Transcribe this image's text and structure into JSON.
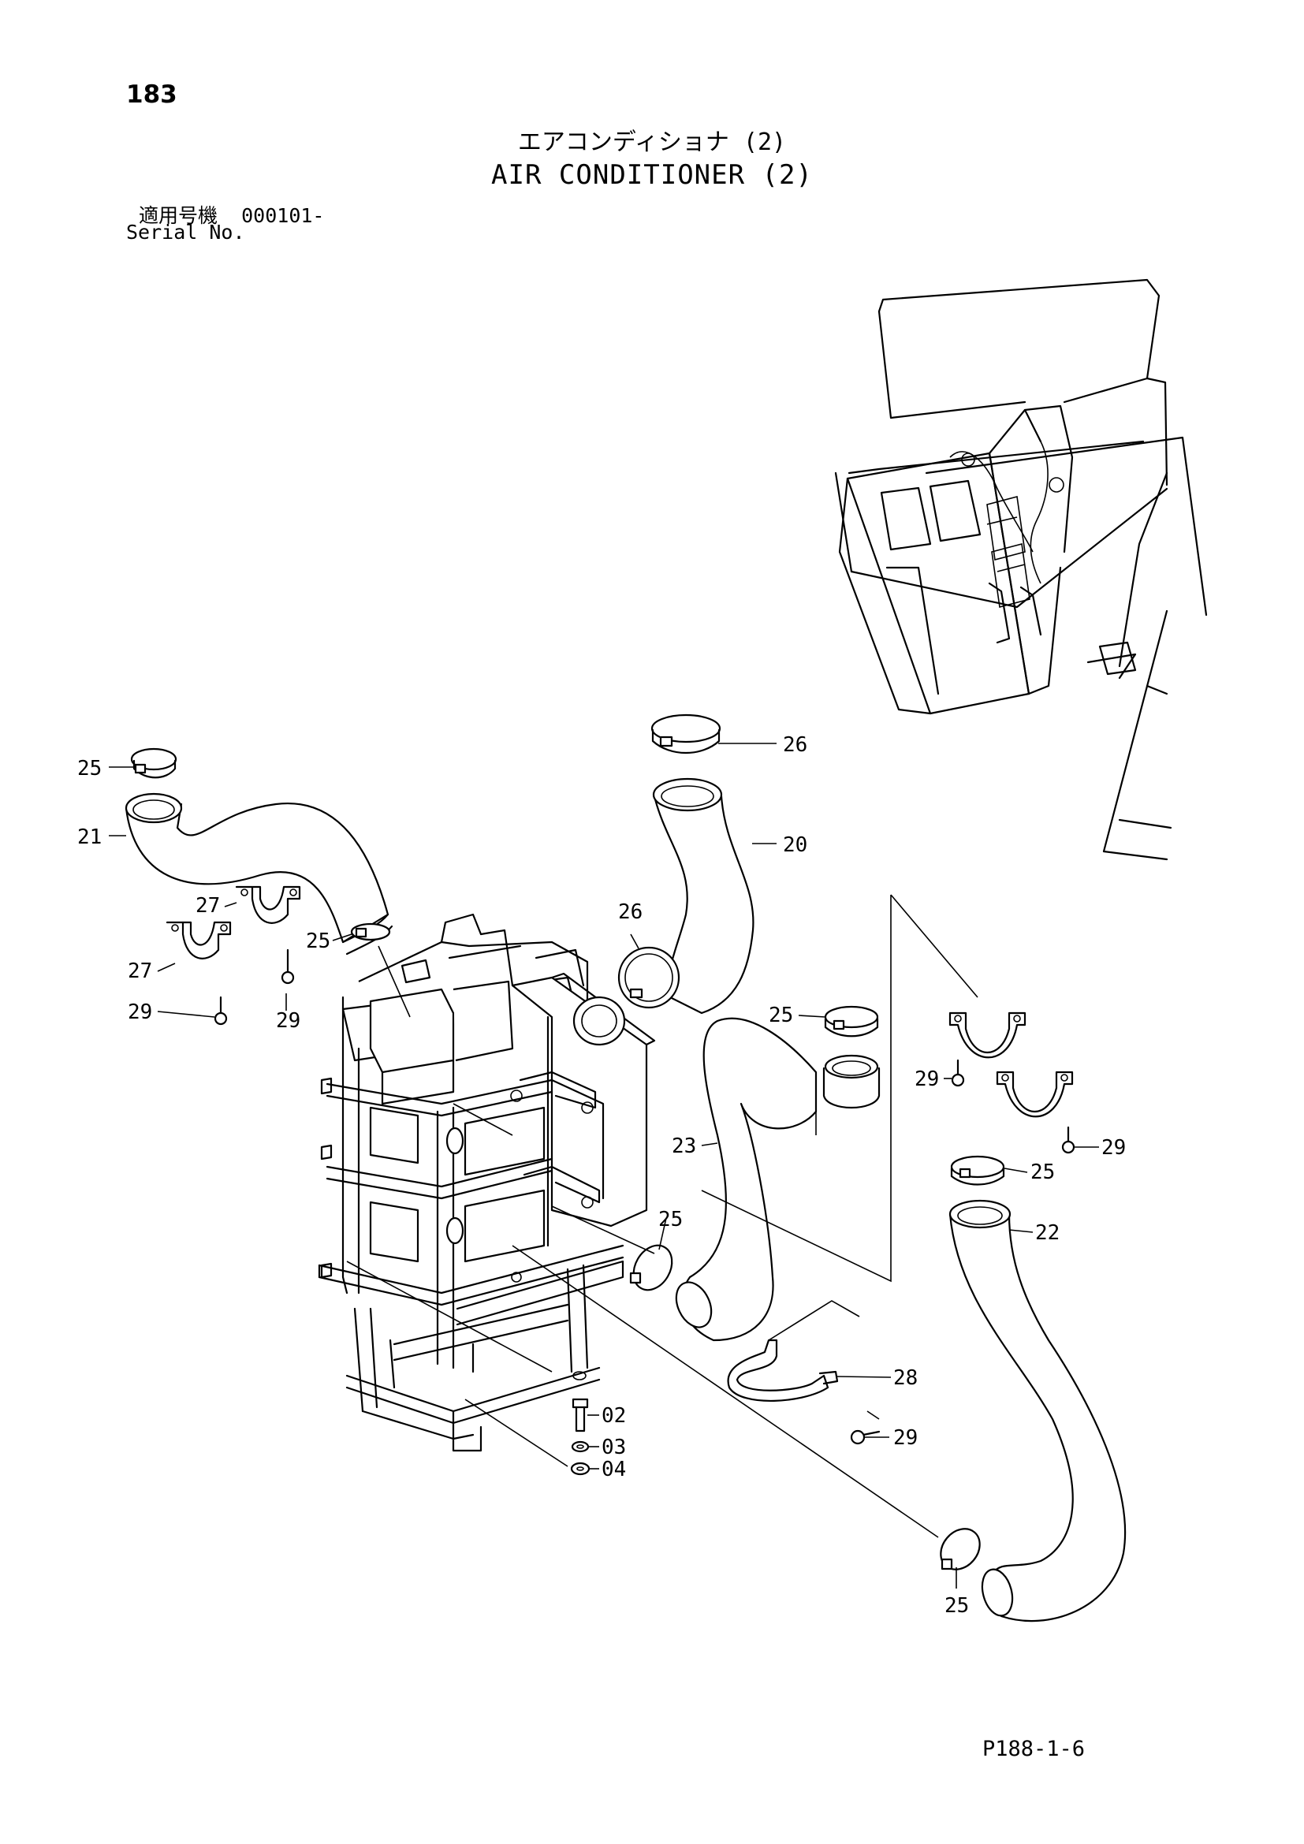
{
  "header": {
    "page_number": "183",
    "title_jp": "エアコンディショナ (2)",
    "title_en": "AIR CONDITIONER (2)",
    "serial_label_jp": "適用号機",
    "serial_value": "000101-",
    "serial_label_en": "Serial No."
  },
  "callouts": {
    "c25a": "25",
    "c21": "21",
    "c27a": "27",
    "c27b": "27",
    "c25b": "25",
    "c29a": "29",
    "c29b": "29",
    "c26a": "26",
    "c20": "20",
    "c26b": "26",
    "c25c": "25",
    "c23": "23",
    "c29c": "29",
    "c29d": "29",
    "c25d": "25",
    "c22": "22",
    "c25e": "25",
    "c28": "28",
    "c29e": "29",
    "c02": "02",
    "c03": "03",
    "c04": "04",
    "c25f": "25"
  },
  "footer": {
    "ref_code": "P188-1-6"
  }
}
